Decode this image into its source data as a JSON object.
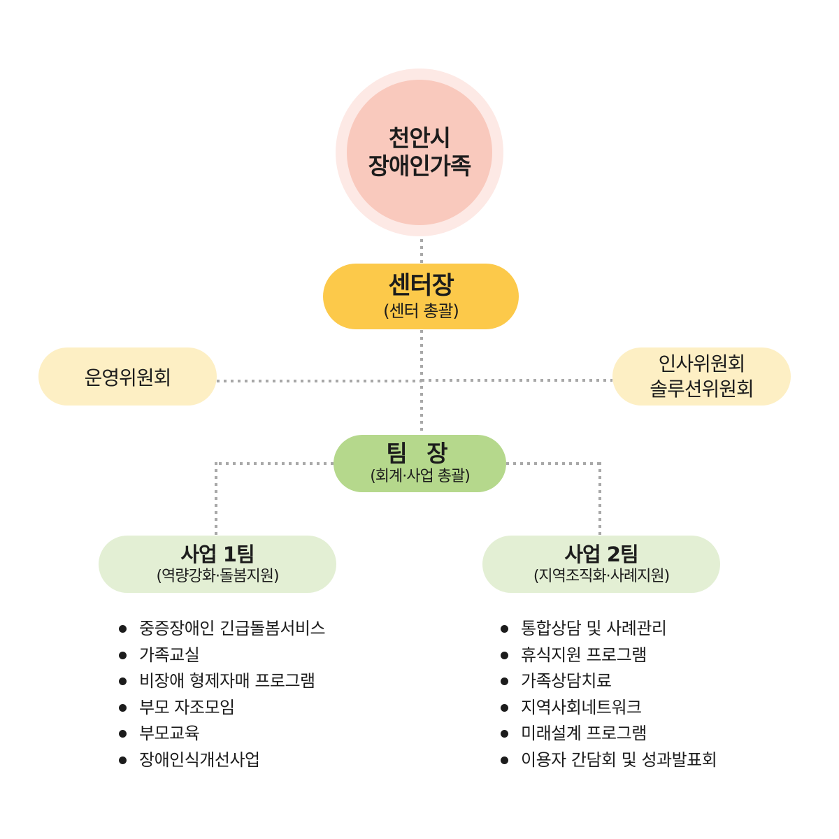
{
  "root": {
    "line1": "천안시",
    "line2": "장애인가족"
  },
  "director": {
    "title": "센터장",
    "subtitle": "(센터 총괄)"
  },
  "committees": {
    "left": "운영위원회",
    "right_line1": "인사위원회",
    "right_line2": "솔루션위원회"
  },
  "team_lead": {
    "title": "팀 장",
    "subtitle": "(회계·사업 총괄)"
  },
  "teams": [
    {
      "title": "사업 1팀",
      "subtitle": "(역량강화·돌봄지원)",
      "items": [
        "중증장애인 긴급돌봄서비스",
        "가족교실",
        "비장애 형제자매 프로그램",
        "부모 자조모임",
        "부모교육",
        "장애인식개선사업"
      ]
    },
    {
      "title": "사업 2팀",
      "subtitle": "(지역조직화·사례지원)",
      "items": [
        "통합상담 및 사례관리",
        "휴식지원 프로그램",
        "가족상담치료",
        "지역사회네트워크",
        "미래설계 프로그램",
        "이용자 간담회 및 성과발표회"
      ]
    }
  ],
  "colors": {
    "root": "#f9c9bd",
    "root_halo": "#fde9e5",
    "director": "#fcc94a",
    "committee": "#fdefc4",
    "team_lead": "#b5d88c",
    "team": "#e3efd4",
    "connector": "#a8a8a8"
  }
}
